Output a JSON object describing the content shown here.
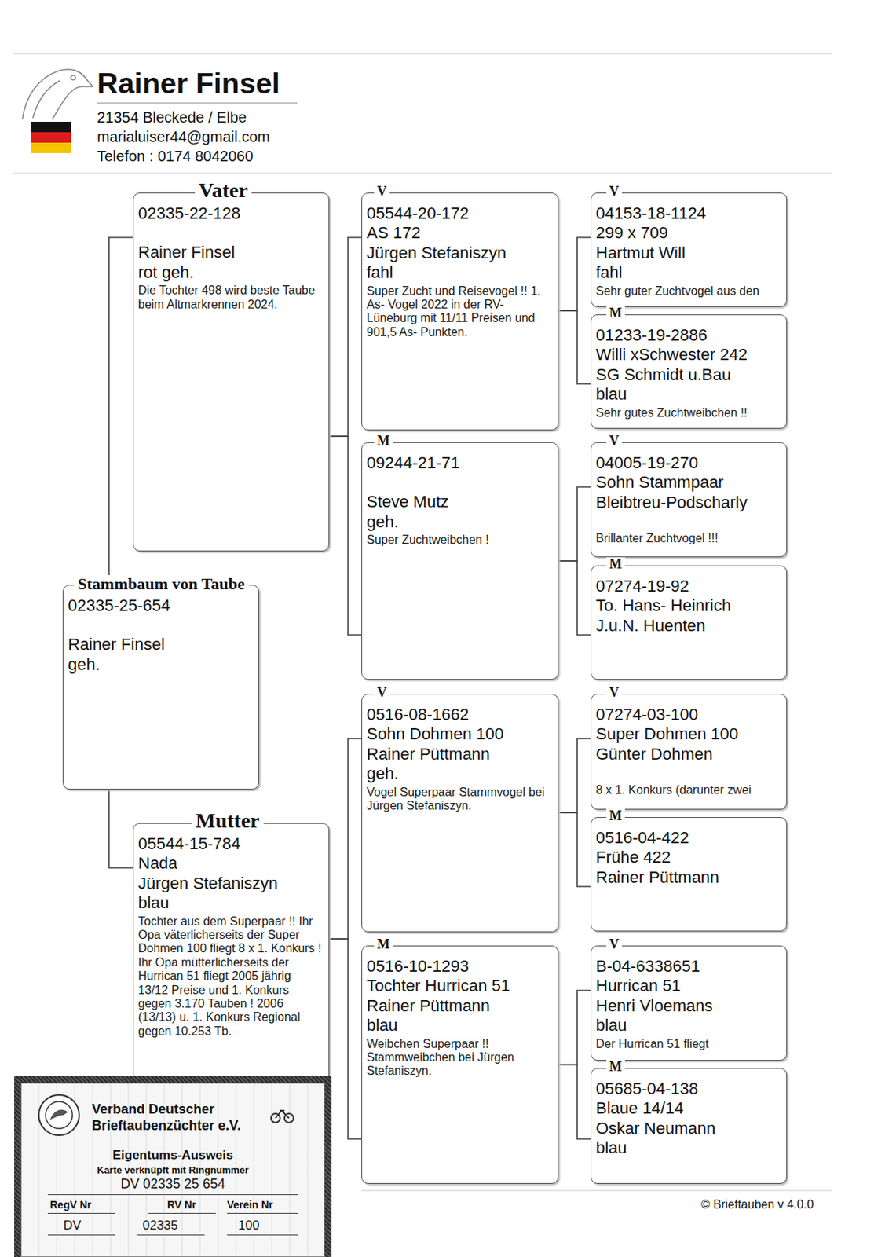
{
  "diagram": {
    "title": "Rainer Finsel",
    "nodes": [
      {
        "text": [
          "Stammbaum von Taube",
          "02335-25-654",
          "Rainer Finsel",
          "geh."
        ]
      },
      {
        "text": [
          "Vater",
          "02335-22-128",
          "Rainer Finsel",
          "rot geh.",
          "Die Tochter 498 wird beste Taube beim Altmarkrennen 2024."
        ]
      },
      {
        "text": [
          "Mutter",
          "05544-15-784",
          "Nada",
          "Jürgen Stefaniszyn",
          "blau",
          "Tochter aus dem Superpaar !! Ihr Opa väterlicherseits der Super Dohmen 100 fliegt 8 x 1. Konkurs ! Ihr Opa mütterlicherseits der Hurrican 51 fliegt 2005 jährig 13/12 Preise und 1. Konkurs gegen 3.170 Tauben ! 2006 (13/13) u. 1. Konkurs Regional gegen 10.253 Tb."
        ]
      },
      {
        "text": [
          "V",
          "05544-20-172",
          "AS 172",
          "Jürgen Stefaniszyn",
          "fahl",
          "Super Zucht und Reisevogel !! 1. As- Vogel 2022 in der RV-Lüneburg mit 11/11 Preisen und 901,5 As- Punkten."
        ]
      },
      {
        "text": [
          "M",
          "09244-21-71",
          "Steve Mutz",
          "geh.",
          "Super Zuchtweibchen !"
        ]
      },
      {
        "text": [
          "V",
          "0516-08-1662",
          "Sohn Dohmen 100",
          "Rainer Püttmann",
          "geh.",
          "Vogel Superpaar Stammvogel bei Jürgen Stefaniszyn."
        ]
      },
      {
        "text": [
          "M",
          "0516-10-1293",
          "Tochter Hurrican 51",
          "Rainer Püttmann",
          "blau",
          "Weibchen Superpaar !! Stammweibchen bei Jürgen Stefaniszyn."
        ]
      },
      {
        "text": [
          "V",
          "04153-18-1124",
          "299 x 709",
          "Hartmut Will",
          "fahl",
          "Sehr guter Zuchtvogel aus den"
        ]
      },
      {
        "text": [
          "M",
          "01233-19-2886",
          "Willi xSchwester 242",
          "SG Schmidt u.Bau",
          "blau",
          "Sehr gutes Zuchtweibchen !!"
        ]
      },
      {
        "text": [
          "V",
          "04005-19-270",
          "Sohn Stammpaar",
          "Bleibtreu-Podscharly",
          "Brillanter Zuchtvogel !!!"
        ]
      },
      {
        "text": [
          "M",
          "07274-19-92",
          "To. Hans- Heinrich",
          "J.u.N. Huenten"
        ]
      },
      {
        "text": [
          "V",
          "07274-03-100",
          "Super Dohmen 100",
          "Günter Dohmen",
          "8 x 1. Konkurs (darunter zwei"
        ]
      },
      {
        "text": [
          "M",
          "0516-04-422",
          "Frühe 422",
          "Rainer Püttmann"
        ]
      },
      {
        "text": [
          "V",
          "B-04-6338651",
          "Hurrican 51",
          "Henri Vloemans",
          "blau",
          "Der Hurrican 51 fliegt"
        ]
      },
      {
        "text": [
          "M",
          "05685-04-138",
          "Blaue 14/14",
          "Oskar Neumann",
          "blau"
        ]
      },
      {
        "text": [
          "Verband Deutscher Brieftaubenzüchter e.V.",
          "Eigentums-Ausweis",
          "Karte verknüpft mit Ringnummer",
          "DV 02335 25 654",
          "RegV Nr",
          "RV Nr",
          "Verein Nr",
          "DV",
          "02335",
          "100"
        ]
      }
    ],
    "edges": [
      {
        "from": 0,
        "to": 1,
        "arrow": "none"
      },
      {
        "from": 0,
        "to": 2,
        "arrow": "none"
      },
      {
        "from": 1,
        "to": 3,
        "arrow": "none"
      },
      {
        "from": 1,
        "to": 4,
        "arrow": "none"
      },
      {
        "from": 2,
        "to": 5,
        "arrow": "none"
      },
      {
        "from": 2,
        "to": 6,
        "arrow": "none"
      },
      {
        "from": 3,
        "to": 7,
        "arrow": "none"
      },
      {
        "from": 3,
        "to": 8,
        "arrow": "none"
      },
      {
        "from": 4,
        "to": 9,
        "arrow": "none"
      },
      {
        "from": 4,
        "to": 10,
        "arrow": "none"
      },
      {
        "from": 5,
        "to": 11,
        "arrow": "none"
      },
      {
        "from": 5,
        "to": 12,
        "arrow": "none"
      },
      {
        "from": 6,
        "to": 13,
        "arrow": "none"
      },
      {
        "from": 6,
        "to": 14,
        "arrow": "none"
      }
    ],
    "labels": [
      "21354 Bleckede / Elbe",
      "marialuiser44@gmail.com",
      "Telefon : 0174  8042060",
      "© Brieftauben v 4.0.0"
    ]
  }
}
